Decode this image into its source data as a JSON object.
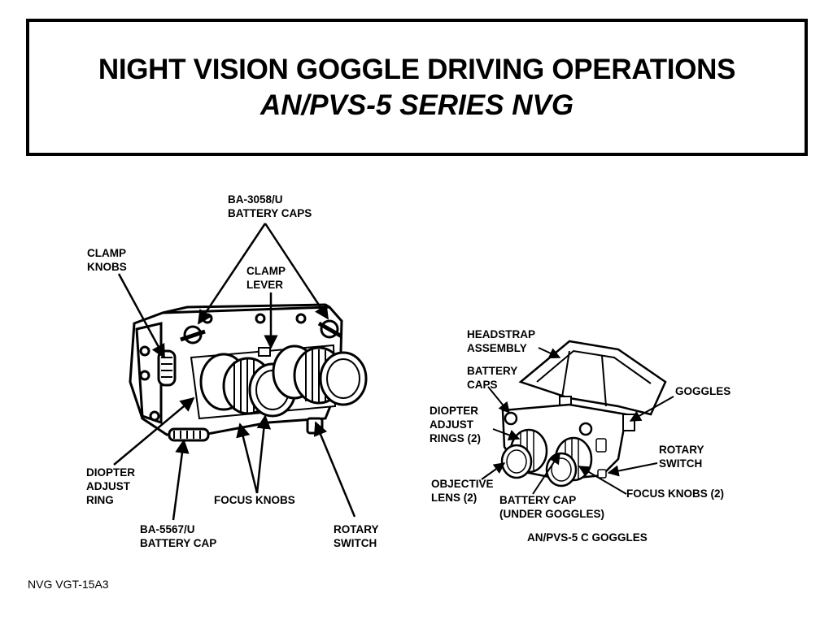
{
  "slide": {
    "title": "NIGHT VISION GOGGLE DRIVING OPERATIONS",
    "subtitle": "AN/PVS-5 SERIES NVG",
    "footer": "NVG VGT-15A3"
  },
  "diagram_left": {
    "labels": {
      "battery_caps_1": "BA-3058/U",
      "battery_caps_2": "BATTERY CAPS",
      "clamp_knobs_1": "CLAMP",
      "clamp_knobs_2": "KNOBS",
      "clamp_lever_1": "CLAMP",
      "clamp_lever_2": "LEVER",
      "diopter_1": "DIOPTER",
      "diopter_2": "ADJUST",
      "diopter_3": "RING",
      "focus_knobs": "FOCUS KNOBS",
      "battery_cap_1": "BA-5567/U",
      "battery_cap_2": "BATTERY CAP",
      "rotary_1": "ROTARY",
      "rotary_2": "SWITCH"
    }
  },
  "diagram_right": {
    "labels": {
      "headstrap_1": "HEADSTRAP",
      "headstrap_2": "ASSEMBLY",
      "battery_caps_1": "BATTERY",
      "battery_caps_2": "CAPS",
      "diopter_1": "DIOPTER",
      "diopter_2": "ADJUST",
      "diopter_3": "RINGS (2)",
      "objective_1": "OBJECTIVE",
      "objective_2": "LENS (2)",
      "battery_cap_1": "BATTERY CAP",
      "battery_cap_2": "(UNDER GOGGLES)",
      "goggles": "GOGGLES",
      "rotary_1": "ROTARY",
      "rotary_2": "SWITCH",
      "focus_knobs": "FOCUS KNOBS (2)",
      "caption": "AN/PVS-5 C  GOGGLES"
    }
  }
}
